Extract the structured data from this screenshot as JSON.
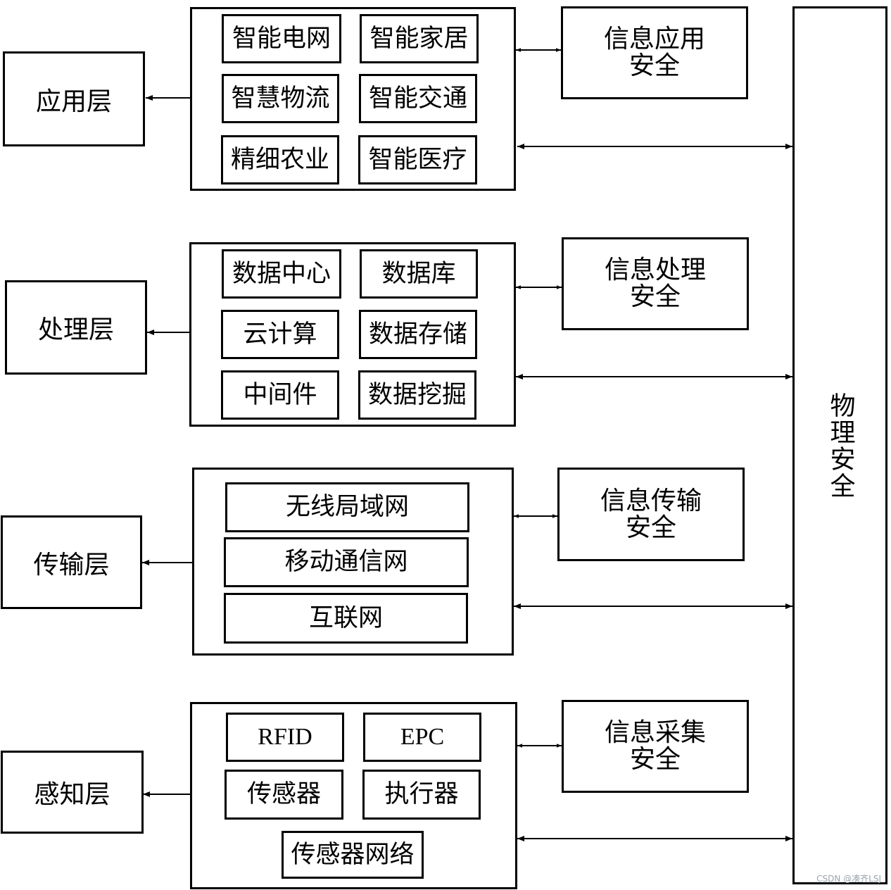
{
  "layers": [
    {
      "name": "应用层",
      "items": [
        "智能电网",
        "智能家居",
        "智慧物流",
        "智能交通",
        "精细农业",
        "智能医疗"
      ],
      "security": [
        "信息应用",
        "安全"
      ]
    },
    {
      "name": "处理层",
      "items": [
        "数据中心",
        "数据库",
        "云计算",
        "数据存储",
        "中间件",
        "数据挖掘"
      ],
      "security": [
        "信息处理",
        "安全"
      ]
    },
    {
      "name": "传输层",
      "items": [
        "无线局域网",
        "移动通信网",
        "互联网"
      ],
      "security": [
        "信息传输",
        "安全"
      ]
    },
    {
      "name": "感知层",
      "items": [
        "RFID",
        "EPC",
        "传感器",
        "执行器",
        "传感器网络"
      ],
      "security": [
        "信息采集",
        "安全"
      ]
    }
  ],
  "physical_security": "物理安全",
  "watermark": "CSDN @凑齐LSJ"
}
